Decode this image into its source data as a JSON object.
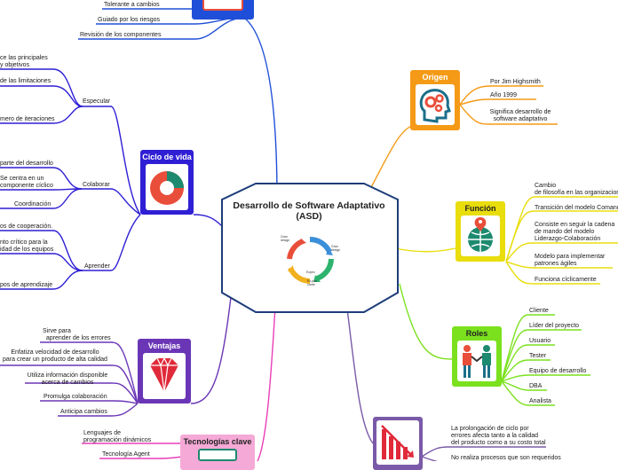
{
  "center": {
    "title": "Desarrollo  de Software Adaptativo (ASD)",
    "cycle_labels": [
      "Gran\ndesign",
      "Gran\ndesign",
      "Ex-plor\ncamb",
      "Expec"
    ]
  },
  "top_branch": {
    "items": [
      "Tolerante a cambios",
      "Guiado por los riesgos",
      "Revisión de los componentes"
    ]
  },
  "origen": {
    "title": "Origen",
    "items": [
      "Por Jim Highsmith",
      "Año 1999",
      "Significa desarrollo de software adaptativo"
    ]
  },
  "funcion": {
    "title": "Función",
    "items": [
      "Cambio de filosofía en las organizaciones",
      "Transición del modelo Comando-Control",
      "Consiste en seguir la cadena de mando del modelo Liderazgo-Colaboración",
      "Modelo para implementar patrones ágiles",
      "Funciona cíclicamente"
    ]
  },
  "roles": {
    "title": "Roles",
    "items": [
      "Cliente",
      "Líder del proyecto",
      "Usuario",
      "Tester",
      "Equipo de desarrollo",
      "DBA",
      "Analista"
    ]
  },
  "ciclo": {
    "title": "Ciclo de vida",
    "especular": {
      "label": "Especular",
      "items": [
        "ce las principales y objetivos",
        "de las limitaciones",
        "mero de iteraciones"
      ]
    },
    "colaborar": {
      "label": "Colaborar",
      "items": [
        "parte del desarrollo",
        "Se centra en un componente cíclico",
        "Coordinación"
      ]
    },
    "aprender": {
      "label": "Aprender",
      "items": [
        "os de cooperación.",
        "nto crítico para la idad de los equipos",
        "pos de aprendizaje"
      ]
    }
  },
  "ventajas": {
    "title": "Ventajas",
    "items": [
      "Sirve para aprender de los errores",
      "Enfatiza velocidad de desarrollo para crear un producto de alta calidad",
      "Utiliza información disponible acerca de cambios",
      "Promulga colaboración",
      "Anticipa cambios"
    ]
  },
  "tecnologias": {
    "title": "Tecnologías clave",
    "items": [
      "Lenguajes de programación dinámicos",
      "Tecnología Agent"
    ]
  },
  "desventajas": {
    "items": [
      "La prolongación de ciclo por errores afecta tanto a la calidad del producto como a su costo total",
      "No realiza procesos que son requeridos"
    ]
  },
  "colors": {
    "top": "#1f4fd8",
    "origen": "#f59a16",
    "funcion": "#e9dd0c",
    "roles": "#7be11e",
    "ciclo": "#2f1fd4",
    "ventajas": "#6a36b6",
    "tecnologias": "#e93fb8",
    "desventajas": "#7a5aa8"
  }
}
